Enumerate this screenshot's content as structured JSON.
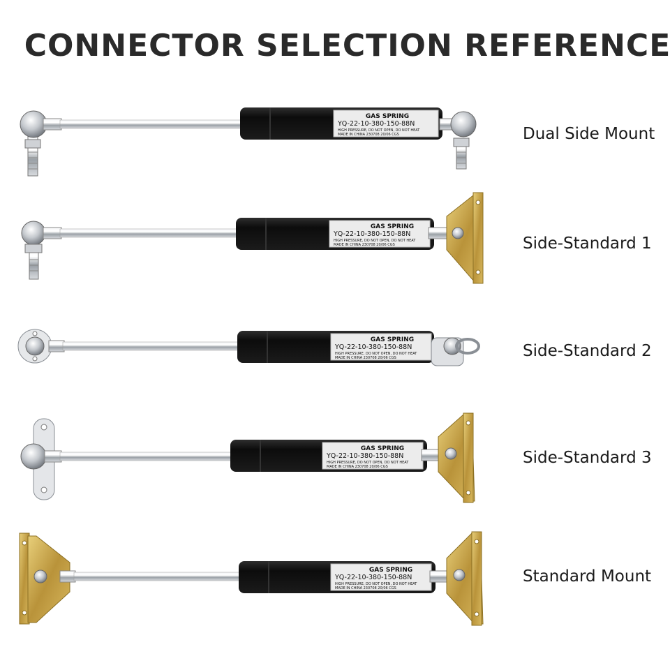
{
  "title": "CONNECTOR SELECTION REFERENCE",
  "label_lines": {
    "line1": "GAS SPRING",
    "line2": "YQ-22-10-380-150-88N",
    "line3": "HIGH PRESSURE, DO NOT OPEN, DO NOT HEAT",
    "line4": "MADE IN CHINA 230708 20/06 CGS"
  },
  "rows": [
    {
      "name": "Dual Side Mount",
      "left_end": "ball-stud",
      "right_end": "ball-stud"
    },
    {
      "name": "Side-Standard 1",
      "left_end": "ball-stud",
      "right_end": "triangle-bracket"
    },
    {
      "name": "Side-Standard 2",
      "left_end": "round-plate",
      "right_end": "clip-eye"
    },
    {
      "name": "Side-Standard 3",
      "left_end": "plate-bracket",
      "right_end": "triangle-bracket"
    },
    {
      "name": "Standard Mount",
      "left_end": "triangle-bracket",
      "right_end": "triangle-bracket"
    }
  ],
  "colors": {
    "cylinder": "#151515",
    "label": "#e9e9e9",
    "rod": "#c9ccd0",
    "bracket": "#c9a64a"
  }
}
